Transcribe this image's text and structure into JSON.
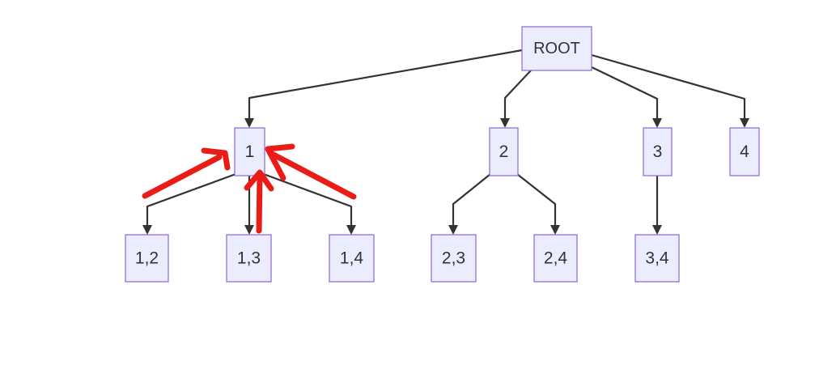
{
  "diagram": {
    "type": "tree-flowchart",
    "style": {
      "background": "#ffffff",
      "node_fill": "#ececff",
      "node_border": "#9370db",
      "edge_color": "#333333",
      "text_color": "#333333",
      "annotation_color": "#e91c17"
    },
    "nodes": {
      "root": {
        "label": "ROOT"
      },
      "n1": {
        "label": "1"
      },
      "n2": {
        "label": "2"
      },
      "n3": {
        "label": "3"
      },
      "n4": {
        "label": "4"
      },
      "n12": {
        "label": "1,2"
      },
      "n13": {
        "label": "1,3"
      },
      "n14": {
        "label": "1,4"
      },
      "n23": {
        "label": "2,3"
      },
      "n24": {
        "label": "2,4"
      },
      "n34": {
        "label": "3,4"
      }
    },
    "edges": [
      {
        "from": "ROOT",
        "to": "1"
      },
      {
        "from": "ROOT",
        "to": "2"
      },
      {
        "from": "ROOT",
        "to": "3"
      },
      {
        "from": "ROOT",
        "to": "4"
      },
      {
        "from": "1",
        "to": "1,2"
      },
      {
        "from": "1",
        "to": "1,3"
      },
      {
        "from": "1",
        "to": "1,4"
      },
      {
        "from": "2",
        "to": "2,3"
      },
      {
        "from": "2",
        "to": "2,4"
      },
      {
        "from": "3",
        "to": "3,4"
      }
    ],
    "annotations": [
      {
        "shape": "arrow",
        "color": "red",
        "origin_area": "lower-left, above edge 1 to 1,2",
        "points_at": "left side of node 1"
      },
      {
        "shape": "arrow",
        "color": "red",
        "origin_area": "directly below node 1, beside edge 1 to 1,3",
        "points_at": "bottom of node 1"
      },
      {
        "shape": "arrow",
        "color": "red",
        "origin_area": "lower-right, above edge 1 to 1,4",
        "points_at": "right side of node 1"
      }
    ]
  }
}
